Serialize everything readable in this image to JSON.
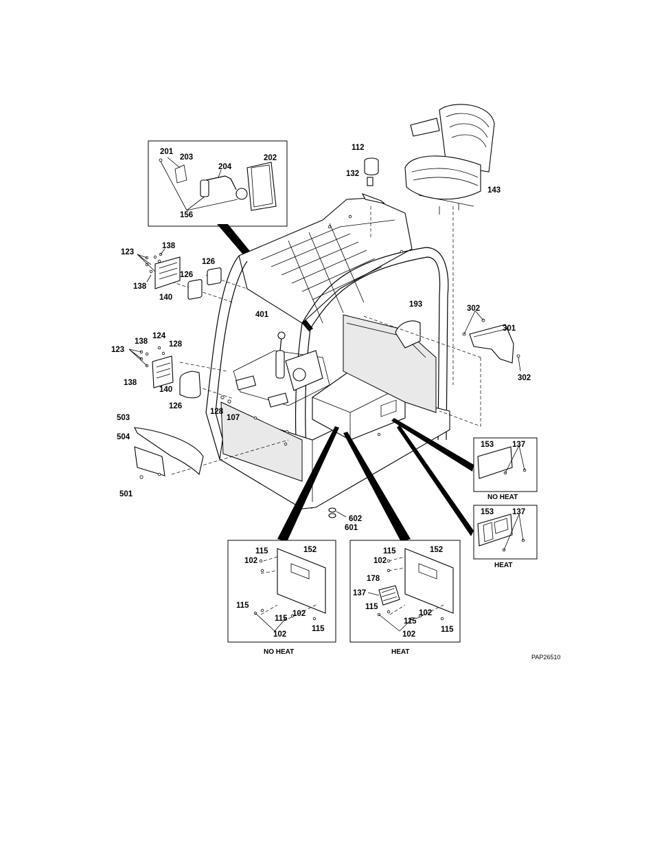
{
  "drawing_code": "PAP26510",
  "captions": {
    "box_no_heat_right": "NO HEAT",
    "box_heat_right": "HEAT",
    "box_no_heat_bottom": "NO HEAT",
    "box_heat_bottom": "HEAT"
  },
  "callouts": {
    "c201": "201",
    "c203": "203",
    "c204": "204",
    "c202": "202",
    "c156": "156",
    "c112": "112",
    "c132": "132",
    "c143": "143",
    "c123a": "123",
    "c138a": "138",
    "c138b": "138",
    "c140a": "140",
    "c126a": "126",
    "c126b": "126",
    "c124": "124",
    "c128a": "128",
    "c123b": "123",
    "c138c": "138",
    "c138d": "138",
    "c140b": "140",
    "c126c": "126",
    "c128b": "128",
    "c107": "107",
    "c401": "401",
    "c193": "193",
    "c302a": "302",
    "c301": "301",
    "c302b": "302",
    "c503": "503",
    "c504": "504",
    "c501": "501",
    "c602": "602",
    "c601": "601",
    "c153a": "153",
    "c137a": "137",
    "c153b": "153",
    "c137b": "137",
    "c115a": "115",
    "c102a": "102",
    "c152a": "152",
    "c115b": "115",
    "c102b": "102",
    "c115c": "115",
    "c102c": "102",
    "c115d": "115",
    "c115e": "115",
    "c102d": "102",
    "c152b": "152",
    "c178": "178",
    "c137c": "137",
    "c115f": "115",
    "c115g": "115",
    "c102e": "102",
    "c102f": "102",
    "c115h": "115"
  }
}
